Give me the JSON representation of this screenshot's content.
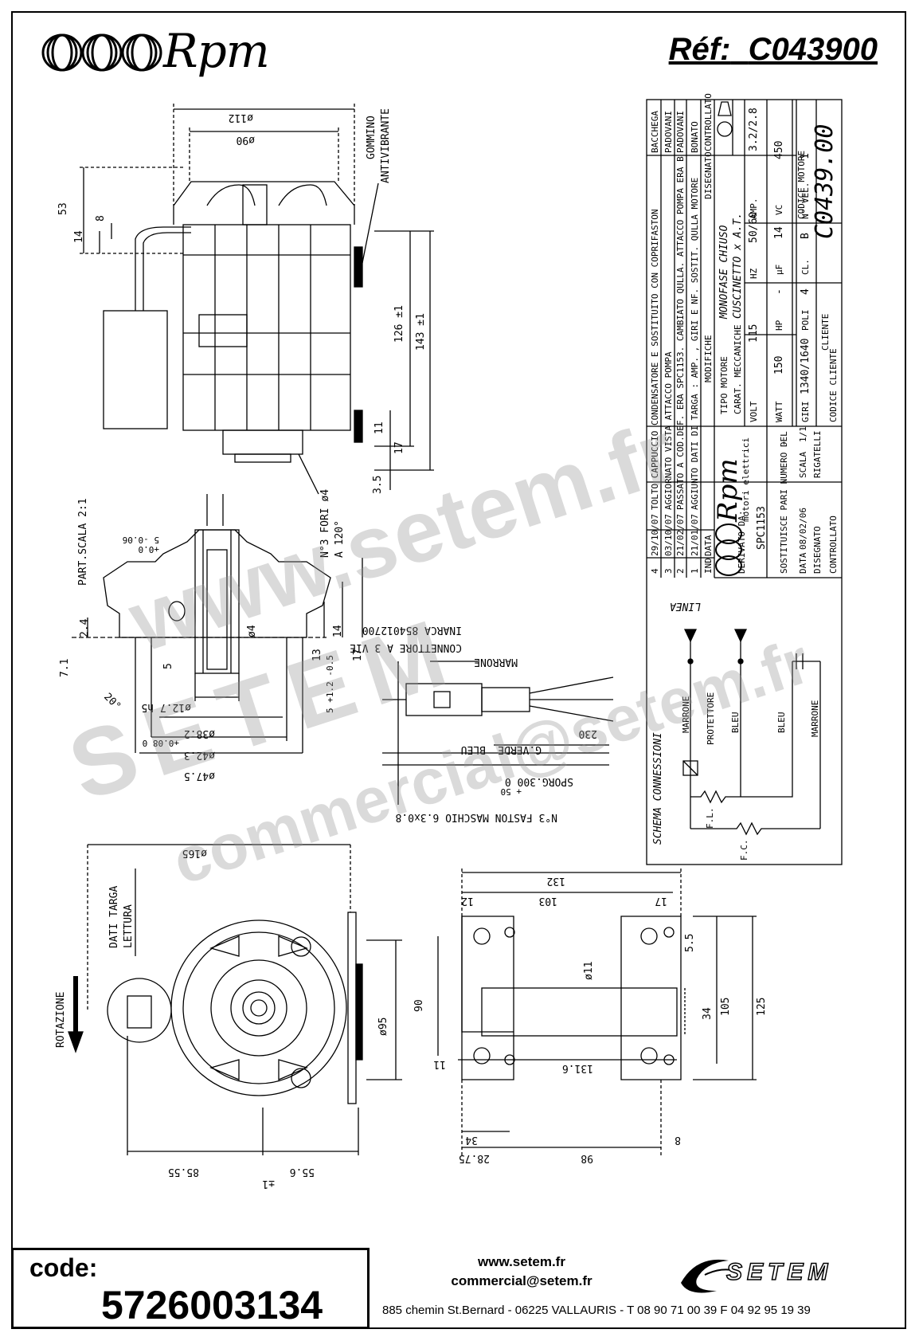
{
  "header": {
    "brand": "Rpm",
    "ref_label": "Réf:",
    "ref_value": "C043900"
  },
  "title_block": {
    "revisions": [
      {
        "n": "4",
        "date": "29/10/07",
        "text": "TOLTO CAPPUCCIO CONDENSATORE E SOSTITUITO CON COPRIFASTON",
        "by": "BACCHEGA"
      },
      {
        "n": "3",
        "date": "03/10/07",
        "text": "AGGIORNATO VISTA ATTACCO POMPA",
        "by": "PADOVANI"
      },
      {
        "n": "2",
        "date": "21/02/07",
        "text": "PASSATO A COD.DEF. ERA SPC1153. CAMBIATO QULLA. ATTACCO POMPA ERA B",
        "by": "PADOVANI"
      },
      {
        "n": "1",
        "date": "21/01/07",
        "text": "AGGIUNTO DATI DI TARGA : AMP. , GIRI E NF. SOSTIT. QULLA MOTORE",
        "by": "BONATO"
      }
    ],
    "rev_header": {
      "ind": "IND",
      "data": "DATA",
      "modifiche": "MODIFICHE",
      "disegnato": "DISEGNATO",
      "controllato": "CONTROLLATO"
    },
    "company": "Rpm",
    "company_sub": "motori elettrici",
    "tipo_motore_label": "TIPO MOTORE",
    "tipo_motore": "MONOFASE CHIUSO",
    "carat_label": "CARAT. MECCANICHE",
    "carat": "CUSCINETTO x A.T.",
    "volt_label": "VOLT",
    "volt": "115",
    "hz_label": "HZ",
    "hz": "50/60",
    "amp_label": "AMP.",
    "amp": "3.2/2.8",
    "watt_label": "WATT",
    "watt": "150",
    "hp_label": "HP",
    "hp": "-",
    "uf_label": "µF",
    "uf": "14",
    "vc_label": "VC",
    "vc": "450",
    "giri_label": "GIRI",
    "giri": "1340/1640",
    "poli_label": "POLI",
    "poli": "4",
    "cl_label": "CL.",
    "cl": "B",
    "nvel_label": "N° VEL.",
    "nvel": "1",
    "derivato_label": "DERIVATO DA:",
    "derivato": "SPC1153",
    "sostituisce_label": "SOSTITUISCE PARI NUMERO DEL",
    "sostituisce": "-",
    "data_label": "DATA",
    "data": "08/02/06",
    "scala_label": "SCALA",
    "scala": "1/1",
    "disegnato_label": "DISEGNATO",
    "disegnato": "RIGATELLI",
    "controllato_label": "CONTROLLATO",
    "cliente_label": "CLIENTE",
    "codice_cliente_label": "CODICE CLIENTE",
    "codice_motore_label": "CODICE MOTORE",
    "codice_motore": "C0439.00"
  },
  "schema": {
    "title": "SCHEMA CONNESSIONI",
    "linea": "LINEA",
    "marrone1": "MARRONE",
    "protettore": "PROTETTORE",
    "bleu1": "BLEU",
    "bleu2": "BLEU",
    "marrone2": "MARRONE",
    "fl": "F.L.",
    "fc": "F.C."
  },
  "side_view": {
    "d112": "ø112",
    "d90": "ø90",
    "gommino": "GOMMINO",
    "antivibrante": "ANTIVIBRANTE",
    "dim53": "53",
    "dim14": "14",
    "dim8": "8",
    "dim126": "126 ±1",
    "dim143": "143 ±1",
    "dim11": "11",
    "dim17": "17",
    "dim35": "3.5",
    "fori1": "N°3 FORI ø4",
    "fori2": "A 120°"
  },
  "detail": {
    "scala": "PART.SCALA 2:1",
    "tol5": "5  -0.06",
    "tol5b": "+0.0",
    "dim24": "2.4",
    "dim71": "7.1",
    "dim5": "5",
    "dim4": "ø4",
    "dim13": "13",
    "dim14": "14",
    "dim17": "17",
    "dim12": "ø12.7 h5",
    "dim5tol": "5  +1.2 -0.5",
    "angle": "20°",
    "d382": "ø38.2",
    "d382tol": "+0.08  0",
    "d423": "ø42.3",
    "d475": "ø47.5"
  },
  "connector": {
    "conn1": "CONNETTORE A 3 VIE",
    "conn2": "INARCA 854012700",
    "marrone": "MARRONE",
    "bleu": "BLEU",
    "verde": "G.VERDE",
    "len230": "230",
    "sporg": "SPORG.300  0",
    "sporgtol": "+ 50",
    "faston": "N°3 FASTON MASCHIO 6.3x0.8"
  },
  "front_view": {
    "d165": "ø165",
    "dati1": "DATI TARGA",
    "dati2": "LETTURA",
    "rotazione": "ROTAZIONE",
    "d95": "ø95",
    "dim8555": "85.55",
    "dim556": "55.6",
    "tol": "±1"
  },
  "bracket": {
    "dim132": "132",
    "dim103": "103",
    "dim12": "12",
    "dim17": "17",
    "dim55": "5.5",
    "d11": "ø11",
    "dim90": "90",
    "dim34a": "34",
    "dim105": "105",
    "dim125": "125",
    "dim11": "11",
    "dim1316": "131.6",
    "dim34b": "34",
    "dim8": "8",
    "dim2875": "28.75",
    "dim98": "98"
  },
  "watermark": {
    "w1": "www.setem.fr",
    "w2": "SETEM",
    "w3": "commercial@setem.fr"
  },
  "footer": {
    "code_label": "code:",
    "code_value": "5726003134",
    "web": "www.setem.fr",
    "email": "commercial@setem.fr",
    "address": "885 chemin St.Bernard  -  06225 VALLAURIS  -  T 08 90 71 00 39   F 04 92 95 19 39",
    "setem_brand": "SETEM"
  }
}
